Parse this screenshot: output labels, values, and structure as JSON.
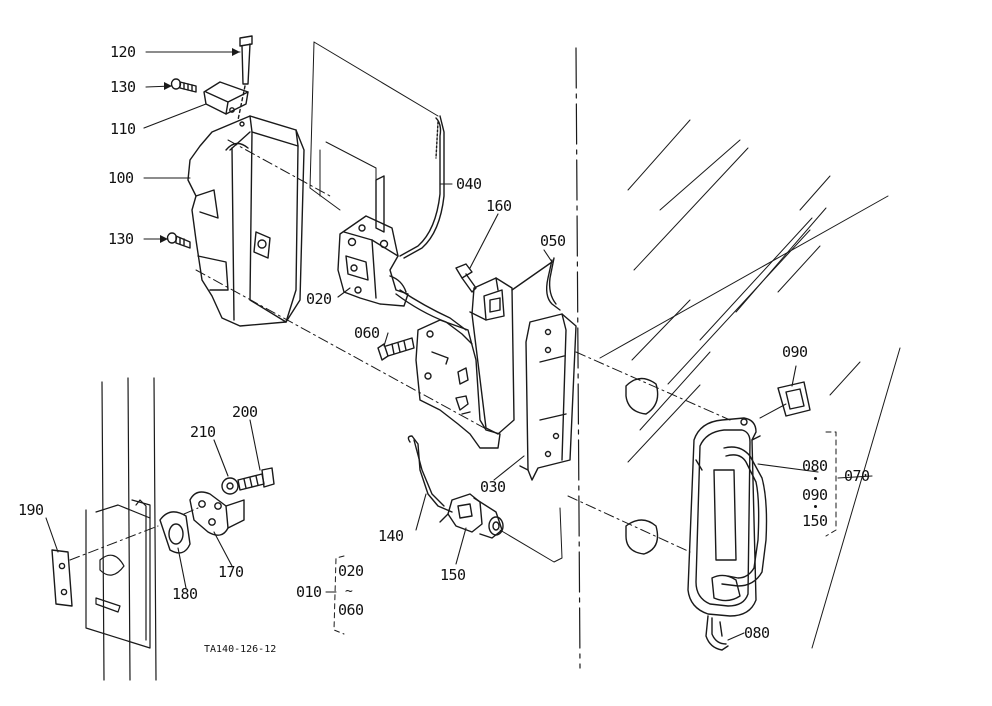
{
  "callouts": {
    "p120": "120",
    "p130_top": "130",
    "p110": "110",
    "p100": "100",
    "p130_bottom": "130",
    "p040": "040",
    "p160": "160",
    "p050": "050",
    "p020": "020",
    "p060": "060",
    "p030": "030",
    "p090_top": "090",
    "p080_group": "080",
    "p090_group": "090",
    "p150_group": "150",
    "p070": "070",
    "p080_bottom": "080",
    "p200": "200",
    "p210": "210",
    "p190": "190",
    "p170": "170",
    "p180": "180",
    "p140": "140",
    "p150": "150",
    "p010": "010",
    "p020_group": "020",
    "p060_group": "060"
  },
  "group_range_mark": "~",
  "drawing_code": "TA140-126-12"
}
